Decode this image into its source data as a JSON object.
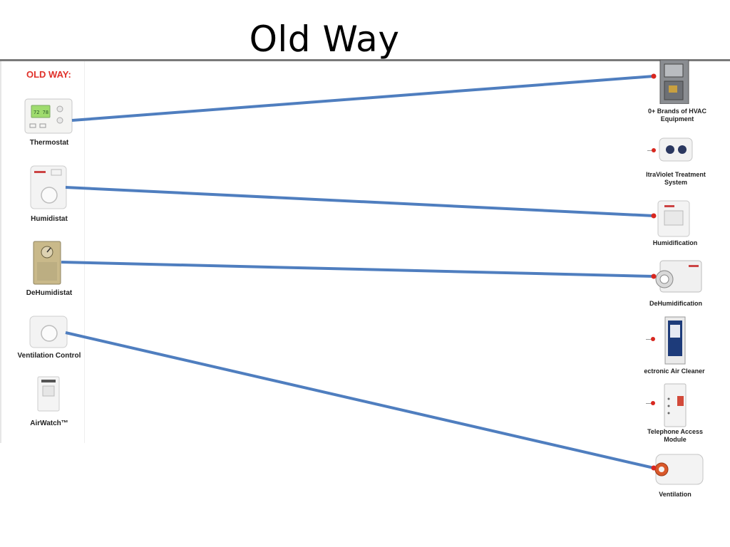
{
  "slide": {
    "title": "Old Way"
  },
  "panel": {
    "heading": "OLD WAY:"
  },
  "controls": [
    {
      "id": "thermostat",
      "label": "Thermostat"
    },
    {
      "id": "humidistat",
      "label": "Humidistat"
    },
    {
      "id": "dehumidistat",
      "label": "DeHumidistat"
    },
    {
      "id": "ventilation-control",
      "label": "Ventilation Control"
    },
    {
      "id": "airwatch",
      "label": "AirWatch™"
    }
  ],
  "equipment": [
    {
      "id": "hvac",
      "line1": "0+ Brands of HVAC",
      "line2": "Equipment"
    },
    {
      "id": "uv",
      "line1": "ltraViolet Treatment",
      "line2": "System"
    },
    {
      "id": "humidification",
      "line1": "Humidification",
      "line2": ""
    },
    {
      "id": "dehumidification",
      "line1": "DeHumidification",
      "line2": ""
    },
    {
      "id": "air-cleaner",
      "line1": "ectronic Air Cleaner",
      "line2": ""
    },
    {
      "id": "telephone",
      "line1": "Telephone Access",
      "line2": "Module"
    },
    {
      "id": "ventilation",
      "line1": "Ventilation",
      "line2": ""
    }
  ],
  "connections": [
    {
      "from": "thermostat",
      "to": "hvac"
    },
    {
      "from": "humidistat",
      "to": "humidification"
    },
    {
      "from": "dehumidistat",
      "to": "dehumidification"
    },
    {
      "from": "ventilation-control",
      "to": "ventilation"
    }
  ],
  "colors": {
    "line": "#4f7ebf",
    "heading": "#e0312a",
    "dot": "#d8271f"
  }
}
